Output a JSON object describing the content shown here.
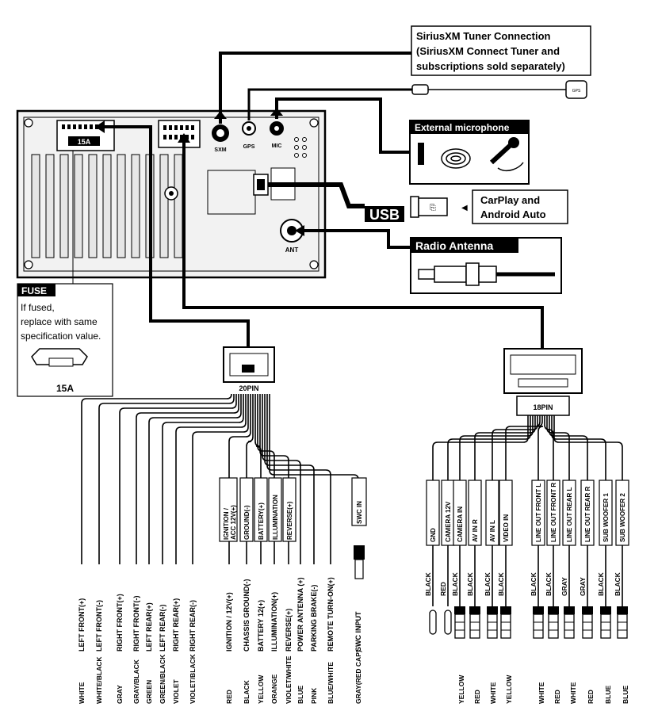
{
  "callouts": {
    "sirius": [
      "SiriusXM Tuner Connection",
      "(SiriusXM Connect Tuner and",
      "subscriptions sold separately)"
    ],
    "mic": "External microphone",
    "usb": "USB",
    "carplay": [
      "CarPlay  and",
      "Android Auto"
    ],
    "antenna": "Radio Antenna",
    "fuse_title": "FUSE",
    "fuse_text": [
      "If fused,",
      "replace with same",
      "specification value."
    ],
    "fuse_rating": "15A"
  },
  "head_unit": {
    "fuse_label": "15A",
    "port_sxm": "SXM",
    "port_gps": "GPS",
    "port_mic": "MIC",
    "port_ant": "ANT",
    "gps_tag": "GPS"
  },
  "harness20": {
    "label": "20PIN",
    "wires": [
      {
        "func": "LEFT FRONT(+)",
        "color": "WHITE"
      },
      {
        "func": "LEFT FRONT(-)",
        "color": "WHITE/BLACK"
      },
      {
        "func": "RIGHT FRONT(+)",
        "color": "GRAY"
      },
      {
        "func": "RIGHT FRONT(-)",
        "color": "GRAY/BLACK"
      },
      {
        "func": "LEFT REAR(+)",
        "color": "GREEN"
      },
      {
        "func": "LEFT REAR(-)",
        "color": "GREEN/BLACK"
      },
      {
        "func": "RIGHT REAR(+)",
        "color": "VIOLET"
      },
      {
        "func": "RIGHT REAR(-)",
        "color": "VIOLET/BLACK"
      },
      {
        "func": "IGNITION / 12V(+)",
        "color": "RED"
      },
      {
        "func": "CHASSIS GROUND(-)",
        "color": "BLACK"
      },
      {
        "func": "BATTERY 12(+)",
        "color": "YELLOW"
      },
      {
        "func": "ILLUMINATION(+)",
        "color": "ORANGE"
      },
      {
        "func": "REVERSE(+)",
        "color": "VIOLET/WHITE"
      },
      {
        "func": "POWER ANTENNA (+)",
        "color": "BLUE"
      },
      {
        "func": "PARKING BRAKE(-)",
        "color": "PINK"
      },
      {
        "func": "REMOTE TURN-ON(+)",
        "color": "BLUE/WHITE"
      },
      {
        "func": "SWC INPUT",
        "color": "GRAY(RED CAP)"
      }
    ],
    "tags": [
      "IGNITION /",
      "ACC 12V(+)",
      "GROUND(-)",
      "BATTERY(+)",
      "ILLUMINATION",
      "REVERSE(+)",
      "SWC IN"
    ]
  },
  "harness18": {
    "label": "18PIN",
    "tags": [
      "GND",
      "CAMERA 12V",
      "CAMERA IN",
      "AV IN R",
      "AV IN L",
      "VIDEO IN",
      "LINE OUT FRONT L",
      "LINE OUT FRONT R",
      "LINE OUT REAR L",
      "LINE OUT REAR R",
      "SUB WOOFER 1",
      "SUB WOOFER 2"
    ],
    "upper": [
      "BLACK",
      "RED",
      "BLACK",
      "BLACK",
      "BLACK",
      "BLACK",
      "BLACK",
      "BLACK",
      "GRAY",
      "GRAY",
      "BLACK",
      "BLACK"
    ],
    "bottom": [
      "YELLOW",
      "RED",
      "WHITE",
      "YELLOW",
      "WHITE",
      "RED",
      "WHITE",
      "RED",
      "BLUE",
      "BLUE"
    ]
  },
  "colors": {
    "ink": "#000000",
    "paper": "#ffffff",
    "unit": "#f2f2f2"
  }
}
